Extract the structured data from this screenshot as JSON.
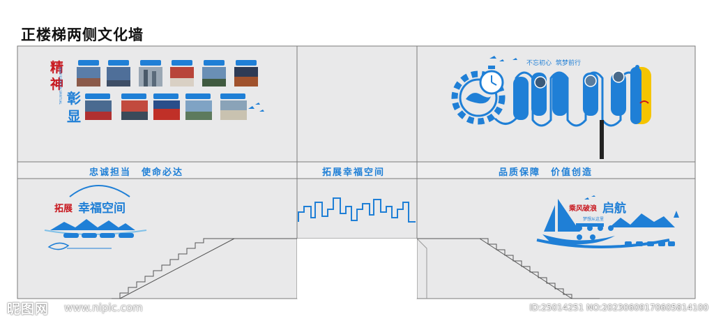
{
  "title": "正楼梯两侧文化墙",
  "colors": {
    "wall": "#e9e9ea",
    "line": "#7a7a7a",
    "accent": "#1f7fd6",
    "red": "#c8171e",
    "yellow": "#f5c400"
  },
  "left_panel": {
    "heading_chars": [
      "精",
      "神",
      "彰",
      "显"
    ],
    "heading_en": "MANIFESTATION SPIRITUAL",
    "top_row_count": 6,
    "bottom_row_count": 5
  },
  "right_panel": {
    "slogan_1": "不忘初心",
    "slogan_2": "筑梦前行"
  },
  "band_labels": {
    "left": "忠诚担当　使命必达",
    "middle": "拓展幸福空间",
    "right": "品质保障　价值创造"
  },
  "bottom_left_logo": {
    "title_a": "拓展",
    "title_b": "幸福空间",
    "tags_count": 4
  },
  "bottom_right_logo": {
    "title_a": "乘风破浪",
    "title_b": "启航",
    "subtitle": "梦想从这里"
  },
  "watermark": {
    "logo": "昵图网",
    "url": "www.nipic.com",
    "id": "ID:25014251 NO:20230609170605814100"
  }
}
